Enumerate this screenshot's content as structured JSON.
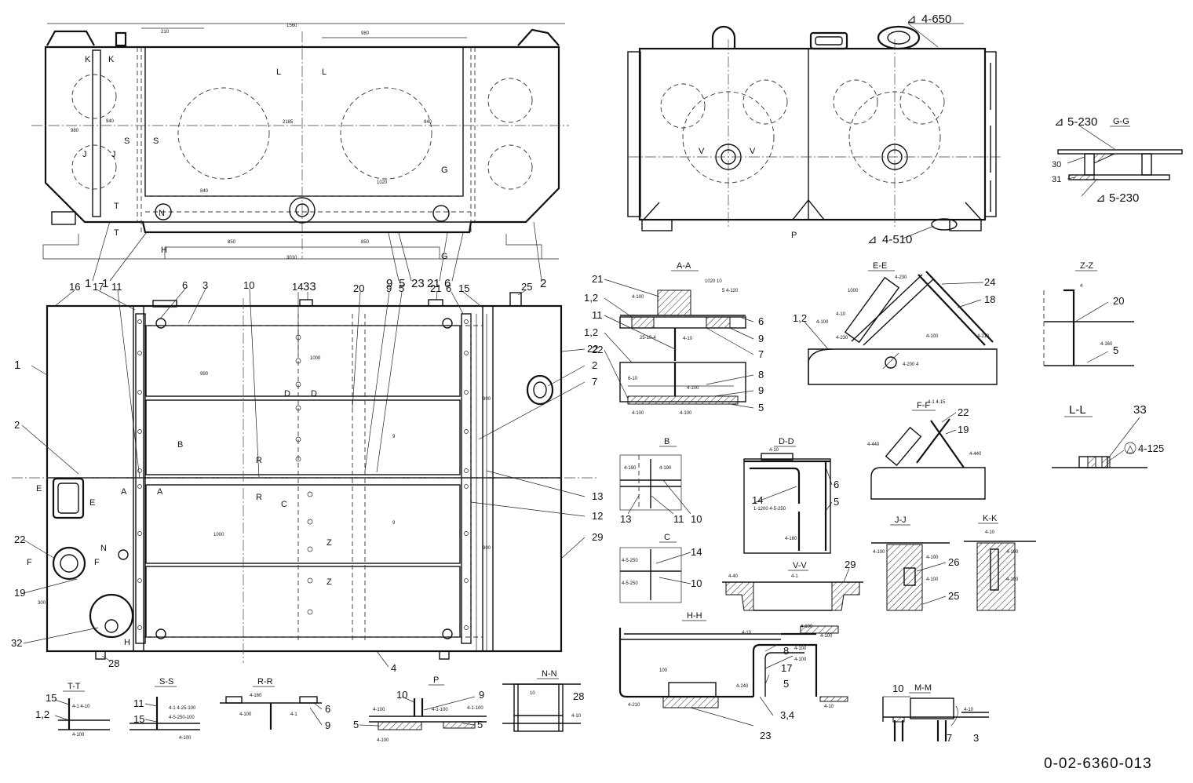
{
  "drawing": {
    "number": "0-02-6360-013",
    "callouts_top_left": [
      "1",
      "1",
      "5",
      "9",
      "21",
      "23",
      "6",
      "2"
    ],
    "callouts_plan": [
      "16",
      "17",
      "11",
      "6",
      "3",
      "10",
      "14",
      "33",
      "20",
      "9",
      "5",
      "21",
      "6",
      "15",
      "25",
      "1",
      "2",
      "22",
      "2",
      "7",
      "13",
      "12",
      "29",
      "22",
      "19",
      "32",
      "4",
      "28"
    ],
    "plan_labels": {
      "B": "B",
      "C": "C",
      "A_left": "A",
      "A_right": "A",
      "D1": "D",
      "D2": "D",
      "E1": "E",
      "E2": "E",
      "F1": "F",
      "F2": "F",
      "N": "N",
      "R1": "R",
      "R2": "R",
      "Z1": "Z",
      "Z2": "Z",
      "H": "H"
    },
    "top_left_labels": {
      "K1": "K",
      "K2": "K",
      "S1": "S",
      "S2": "S",
      "J1": "J",
      "J2": "J",
      "L1": "L",
      "L2": "L",
      "T1": "T",
      "T2": "T",
      "N": "N",
      "H": "H",
      "G1": "G",
      "G2": "G"
    },
    "top_right": {
      "weld_top": "4-650",
      "weld_bottom": "4-510",
      "P_label": "P",
      "V1": "V",
      "V2": "V"
    },
    "sections": {
      "A_A": {
        "title": "A-A",
        "callouts": [
          "21",
          "1,2",
          "11",
          "1,2",
          "22",
          "6",
          "9",
          "7",
          "8",
          "9",
          "5"
        ]
      },
      "E_E": {
        "title": "E-E",
        "callouts": [
          "24",
          "18",
          "1,2"
        ]
      },
      "Z_Z": {
        "title": "Z-Z",
        "callouts": [
          "20",
          "5"
        ]
      },
      "G_G": {
        "title": "G-G",
        "callouts": [
          "30",
          "31"
        ],
        "weld_top": "5-230",
        "weld_bottom": "5-230"
      },
      "L_L": {
        "title": "L-L",
        "callouts": [
          "33"
        ],
        "weld": "4-125"
      },
      "B_detail": {
        "title": "B",
        "callouts": [
          "13",
          "11",
          "10"
        ]
      },
      "C_detail": {
        "title": "C",
        "callouts": [
          "14",
          "10"
        ]
      },
      "D_D": {
        "title": "D-D",
        "callouts": [
          "6",
          "14",
          "5"
        ]
      },
      "F_F": {
        "title": "F-F",
        "callouts": [
          "22",
          "19"
        ]
      },
      "J_J": {
        "title": "J-J",
        "callouts": [
          "26",
          "25"
        ]
      },
      "K_K": {
        "title": "K-K",
        "callouts": []
      },
      "V_V": {
        "title": "V-V",
        "callouts": [
          "29"
        ]
      },
      "H_H": {
        "title": "H-H",
        "callouts": [
          "8",
          "17",
          "5",
          "3,4",
          "23"
        ]
      },
      "M_M": {
        "title": "M-M",
        "callouts": [
          "10",
          "7",
          "3"
        ]
      },
      "T_T": {
        "title": "T-T",
        "callouts": [
          "15",
          "1,2"
        ]
      },
      "S_S": {
        "title": "S-S",
        "callouts": [
          "11",
          "15"
        ]
      },
      "R_R": {
        "title": "R-R",
        "callouts": [
          "6",
          "9"
        ]
      },
      "P_detail": {
        "title": "P",
        "callouts": [
          "10",
          "9",
          "5",
          "5"
        ]
      },
      "N_N": {
        "title": "N-N",
        "callouts": [
          "28"
        ]
      }
    }
  }
}
